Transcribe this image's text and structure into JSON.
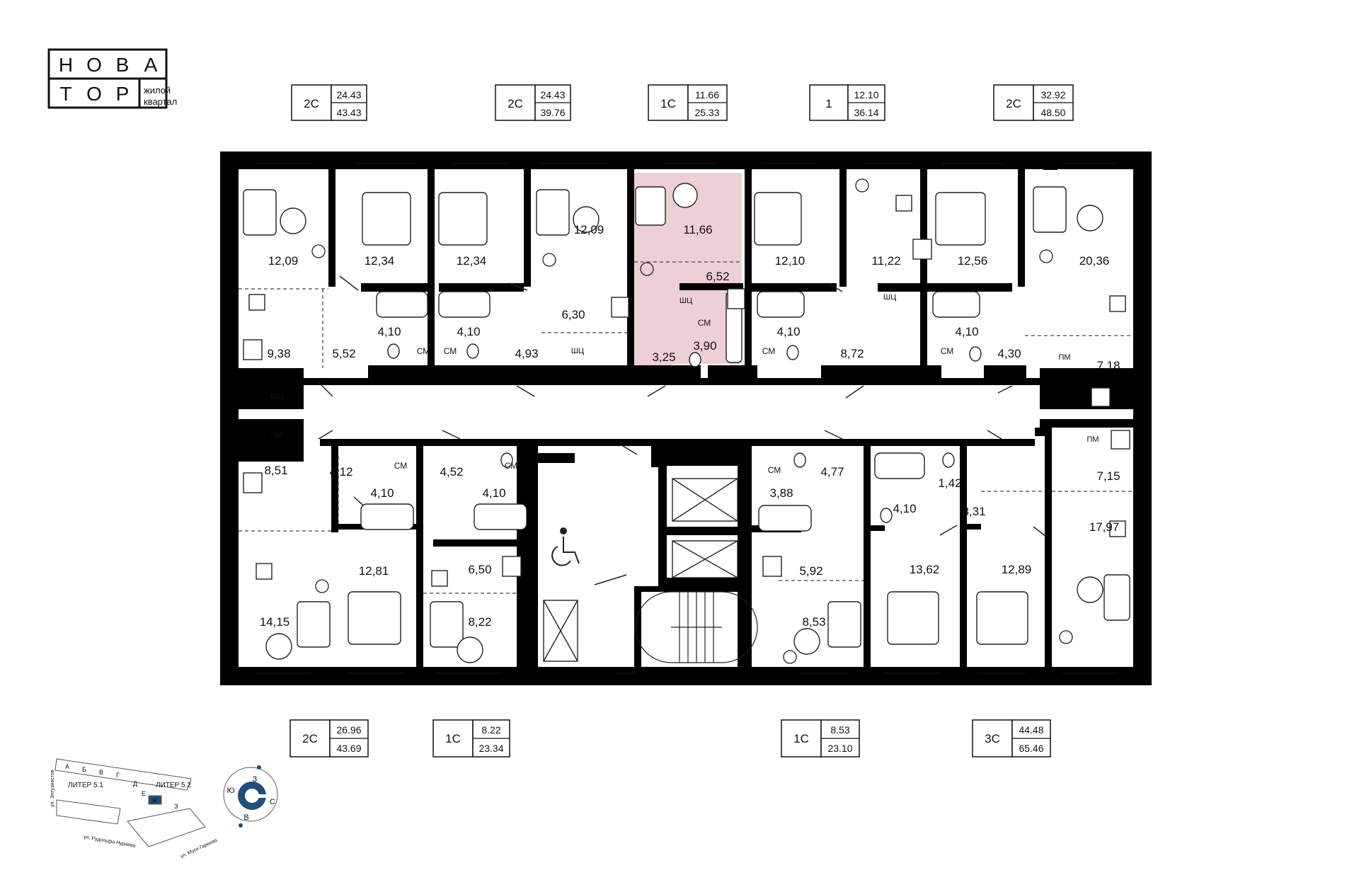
{
  "logo": {
    "letters": [
      "Н",
      "О",
      "В",
      "А",
      "Т",
      "О",
      "Р"
    ],
    "caption_line1": "жилой",
    "caption_line2": "квартал"
  },
  "apartments_top": [
    {
      "type": "2С",
      "living": "24.43",
      "total": "43.43"
    },
    {
      "type": "2С",
      "living": "24.43",
      "total": "39.76"
    },
    {
      "type": "1С",
      "living": "11.66",
      "total": "25.33"
    },
    {
      "type": "1",
      "living": "12.10",
      "total": "36.14"
    },
    {
      "type": "2С",
      "living": "32.92",
      "total": "48.50"
    }
  ],
  "apartments_bottom": [
    {
      "type": "2С",
      "living": "26.96",
      "total": "43.69"
    },
    {
      "type": "1С",
      "living": "8.22",
      "total": "23.34"
    },
    {
      "type": "1С",
      "living": "8.53",
      "total": "23.10"
    },
    {
      "type": "3С",
      "living": "44.48",
      "total": "65.46"
    }
  ],
  "room_areas": [
    "12,09",
    "12,34",
    "12,34",
    "12,09",
    "11,66",
    "6,52",
    "12,10",
    "11,22",
    "12,56",
    "20,36",
    "9,38",
    "5,52",
    "4,10",
    "4,10",
    "4,93",
    "6,30",
    "3,25",
    "3,90",
    "4,10",
    "8,72",
    "4,10",
    "4,30",
    "7,18",
    "8,51",
    "4,12",
    "4,10",
    "4,52",
    "4,10",
    "3,88",
    "4,77",
    "1,42",
    "4,10",
    "8,31",
    "7,15",
    "12,81",
    "6,50",
    "14,15",
    "8,22",
    "5,92",
    "8,53",
    "13,62",
    "12,89",
    "17,97"
  ],
  "fixture_labels": {
    "washer": "СМ",
    "cabinet": "ШЦ",
    "dishwasher": "ПМ"
  },
  "site_plan": {
    "liter_a": "ЛИТЕР 5.1",
    "liter_b": "ЛИТЕР 5.2",
    "sections": [
      "А",
      "Б",
      "В",
      "Г",
      "Д",
      "Е",
      "Ж",
      "З"
    ],
    "street_left": "ул. Энтузиастов",
    "street_bottom": "ул. Рудольфа Нуриева",
    "street_right": "ул. Муси Гареева"
  },
  "compass": {
    "north": "З",
    "east": "С",
    "south": "В",
    "west": "Ю"
  },
  "colors": {
    "wall": "#000000",
    "highlight": "#eecfd6",
    "compass": "#1f4f7a"
  }
}
